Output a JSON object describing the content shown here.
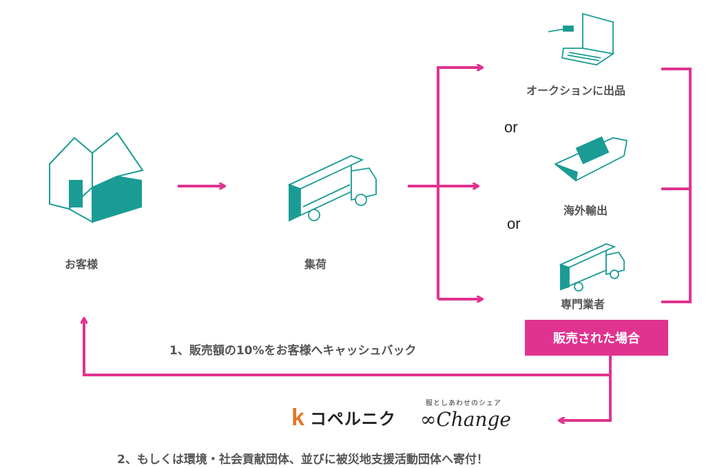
{
  "nodes": {
    "customer": "お客様",
    "pickup": "集荷",
    "auction": "オークションに出品",
    "export": "海外輸出",
    "dealer": "専門業者"
  },
  "or_labels": [
    "or",
    "or"
  ],
  "sold_badge": "販売された場合",
  "steps": {
    "cashback": "1、販売額の10%をお客様へキャッシュバック",
    "donation": "2、もしくは環境・社会貢献団体、並びに被災地支援活動団体へ寄付！"
  },
  "logos": {
    "kopeluniku_mark": "k",
    "kopeluniku_text": "コペルニク",
    "xchange_sub": "服としあわせのシェア",
    "xchange_main": "∞Change"
  },
  "colors": {
    "accent": "#e0338f",
    "teal": "#1a9c94",
    "text": "#555555"
  },
  "icons": [
    "house-icon",
    "truck-icon",
    "laptop-auction-icon",
    "cargo-ship-icon",
    "truck-icon"
  ]
}
